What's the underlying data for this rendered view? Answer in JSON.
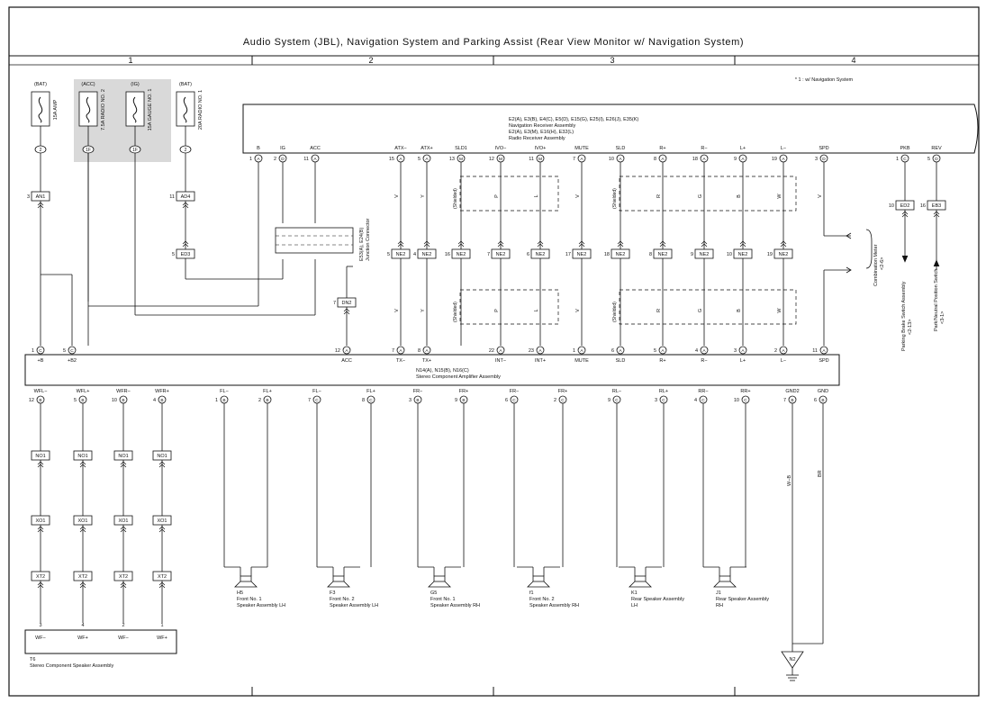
{
  "title": "Audio System (JBL),  Navigation System and Parking Assist (Rear View Monitor w/ Navigation System)",
  "zones": [
    "1",
    "2",
    "3",
    "4"
  ],
  "footnote": "* 1 : w/ Navigation System",
  "fuses": [
    {
      "source": "(BAT)",
      "name": "15A AMP",
      "pin": "2"
    },
    {
      "source": "(ACC)",
      "name": "7.5A RADIO NO. 2",
      "pin": "1F"
    },
    {
      "source": "(IG)",
      "name": "15A GAUGE NO. 1",
      "pin": "1F"
    },
    {
      "source": "(BAT)",
      "name": "20A RADIO NO. 1",
      "pin": "2"
    }
  ],
  "nav_receiver": {
    "refs": "E2(A), E3(B), E4(C), E5(D), E15(G), E25(I), E26(J), E35(K)",
    "name": "Navigation Receiver Assembly",
    "refs2": "E2(A), E3(M), E16(H), E32(L)",
    "name2": "Radio Receiver Assembly",
    "terminals": [
      {
        "label": "B",
        "pin": "1",
        "conn": "A"
      },
      {
        "label": "IG",
        "pin": "2",
        "conn": "D"
      },
      {
        "label": "ACC",
        "pin": "11",
        "conn": "A"
      },
      {
        "label": "ATX−",
        "pin": "15",
        "conn": "A"
      },
      {
        "label": "ATX+",
        "pin": "5",
        "conn": "A"
      },
      {
        "label": "SLD1",
        "pin": "13",
        "conn": "M"
      },
      {
        "label": "IVO−",
        "pin": "12",
        "conn": "M"
      },
      {
        "label": "IVO+",
        "pin": "11",
        "conn": "M"
      },
      {
        "label": "MUTE",
        "pin": "7",
        "conn": "A"
      },
      {
        "label": "SLD",
        "pin": "10",
        "conn": "A"
      },
      {
        "label": "R+",
        "pin": "8",
        "conn": "A"
      },
      {
        "label": "R−",
        "pin": "18",
        "conn": "A"
      },
      {
        "label": "L+",
        "pin": "9",
        "conn": "A"
      },
      {
        "label": "L−",
        "pin": "19",
        "conn": "A"
      },
      {
        "label": "SPD",
        "pin": "3",
        "conn": "D"
      },
      {
        "label": "PKB",
        "pin": "1",
        "conn": "C"
      },
      {
        "label": "REV",
        "pin": "5",
        "conn": "D"
      }
    ]
  },
  "wire_colors_upper": [
    "V",
    "Y",
    "P",
    "L",
    "V",
    "R",
    "G",
    "B",
    "W",
    "V"
  ],
  "shielded_label": "(Shielded)",
  "junction": {
    "name": "Junction Connector",
    "refs": "E53(A), E24(B)"
  },
  "connectors": {
    "an1": "AN1",
    "ad4": "AD4",
    "ed3": "ED3",
    "dn2": "DN2",
    "ne2": "NE2",
    "ed2": "ED2",
    "eb3": "EB3"
  },
  "combination_meter": {
    "name": "Combination Meter",
    "ref": "<2-6>"
  },
  "parking_brake": {
    "name": "Parking Brake Switch Assembly",
    "ref": "<2-13>"
  },
  "park_neutral": {
    "name": "Park/Neutral Position Switch",
    "ref": "<3-1>"
  },
  "amplifier": {
    "refs": "N14(A), N15(B), N16(C)",
    "name": "Stereo Component Amplifier Assembly",
    "top_terminals": [
      {
        "label": "+B",
        "pin": "1",
        "conn": "C"
      },
      {
        "label": "+B2",
        "pin": "5",
        "conn": "C"
      },
      {
        "label": "ACC",
        "pin": "12",
        "conn": "A"
      },
      {
        "label": "TX−",
        "pin": "7",
        "conn": "A"
      },
      {
        "label": "TX+",
        "pin": "8",
        "conn": "A"
      },
      {
        "label": "INT−",
        "pin": "22",
        "conn": "A"
      },
      {
        "label": "INT+",
        "pin": "23",
        "conn": "A"
      },
      {
        "label": "MUTE",
        "pin": "1",
        "conn": "A"
      },
      {
        "label": "SLD",
        "pin": "6",
        "conn": "A"
      },
      {
        "label": "R+",
        "pin": "5",
        "conn": "A"
      },
      {
        "label": "R−",
        "pin": "4",
        "conn": "A"
      },
      {
        "label": "L+",
        "pin": "3",
        "conn": "A"
      },
      {
        "label": "L−",
        "pin": "2",
        "conn": "A"
      },
      {
        "label": "SPD",
        "pin": "11",
        "conn": "A"
      }
    ],
    "bottom_terminals": [
      {
        "label": "WFL−",
        "pin": "12",
        "conn": "B"
      },
      {
        "label": "WFL+",
        "pin": "5",
        "conn": "B"
      },
      {
        "label": "WFR−",
        "pin": "10",
        "conn": "B"
      },
      {
        "label": "WFR+",
        "pin": "4",
        "conn": "B"
      },
      {
        "label": "FL−",
        "pin": "1",
        "conn": "B"
      },
      {
        "label": "FL+",
        "pin": "2",
        "conn": "B"
      },
      {
        "label": "FL−",
        "pin": "7",
        "conn": "C"
      },
      {
        "label": "FL+",
        "pin": "8",
        "conn": "C"
      },
      {
        "label": "FR−",
        "pin": "3",
        "conn": "B"
      },
      {
        "label": "FR+",
        "pin": "9",
        "conn": "B"
      },
      {
        "label": "FR−",
        "pin": "6",
        "conn": "C"
      },
      {
        "label": "FR+",
        "pin": "2",
        "conn": "C"
      },
      {
        "label": "RL−",
        "pin": "9",
        "conn": "C"
      },
      {
        "label": "RL+",
        "pin": "3",
        "conn": "C"
      },
      {
        "label": "RR−",
        "pin": "4",
        "conn": "C"
      },
      {
        "label": "RR+",
        "pin": "10",
        "conn": "C"
      },
      {
        "label": "GND2",
        "pin": "7",
        "conn": "B"
      },
      {
        "label": "GND",
        "pin": "6",
        "conn": "B"
      }
    ]
  },
  "speakers": [
    {
      "code": "H5",
      "name": "Front No. 1 Speaker Assembly LH"
    },
    {
      "code": "F3",
      "name": "Front No. 2 Speaker Assembly LH"
    },
    {
      "code": "G5",
      "name": "Front No. 1 Speaker Assembly RH"
    },
    {
      "code": "f1",
      "name": "Front No. 2 Speaker Assembly RH"
    },
    {
      "code": "K1",
      "name": "Rear Speaker Assembly LH"
    },
    {
      "code": "J1",
      "name": "Rear Speaker Assembly RH"
    }
  ],
  "stereo_speaker": {
    "code": "T6",
    "name": "Stereo Component Speaker Assembly",
    "terminals": [
      {
        "label": "WF−",
        "pin": "3"
      },
      {
        "label": "WF+",
        "pin": "4"
      },
      {
        "label": "WF−",
        "pin": "2"
      },
      {
        "label": "WF+",
        "pin": "1"
      }
    ]
  },
  "ground": {
    "code": "N2",
    "wire": "W−B",
    "wire2": "BR"
  }
}
